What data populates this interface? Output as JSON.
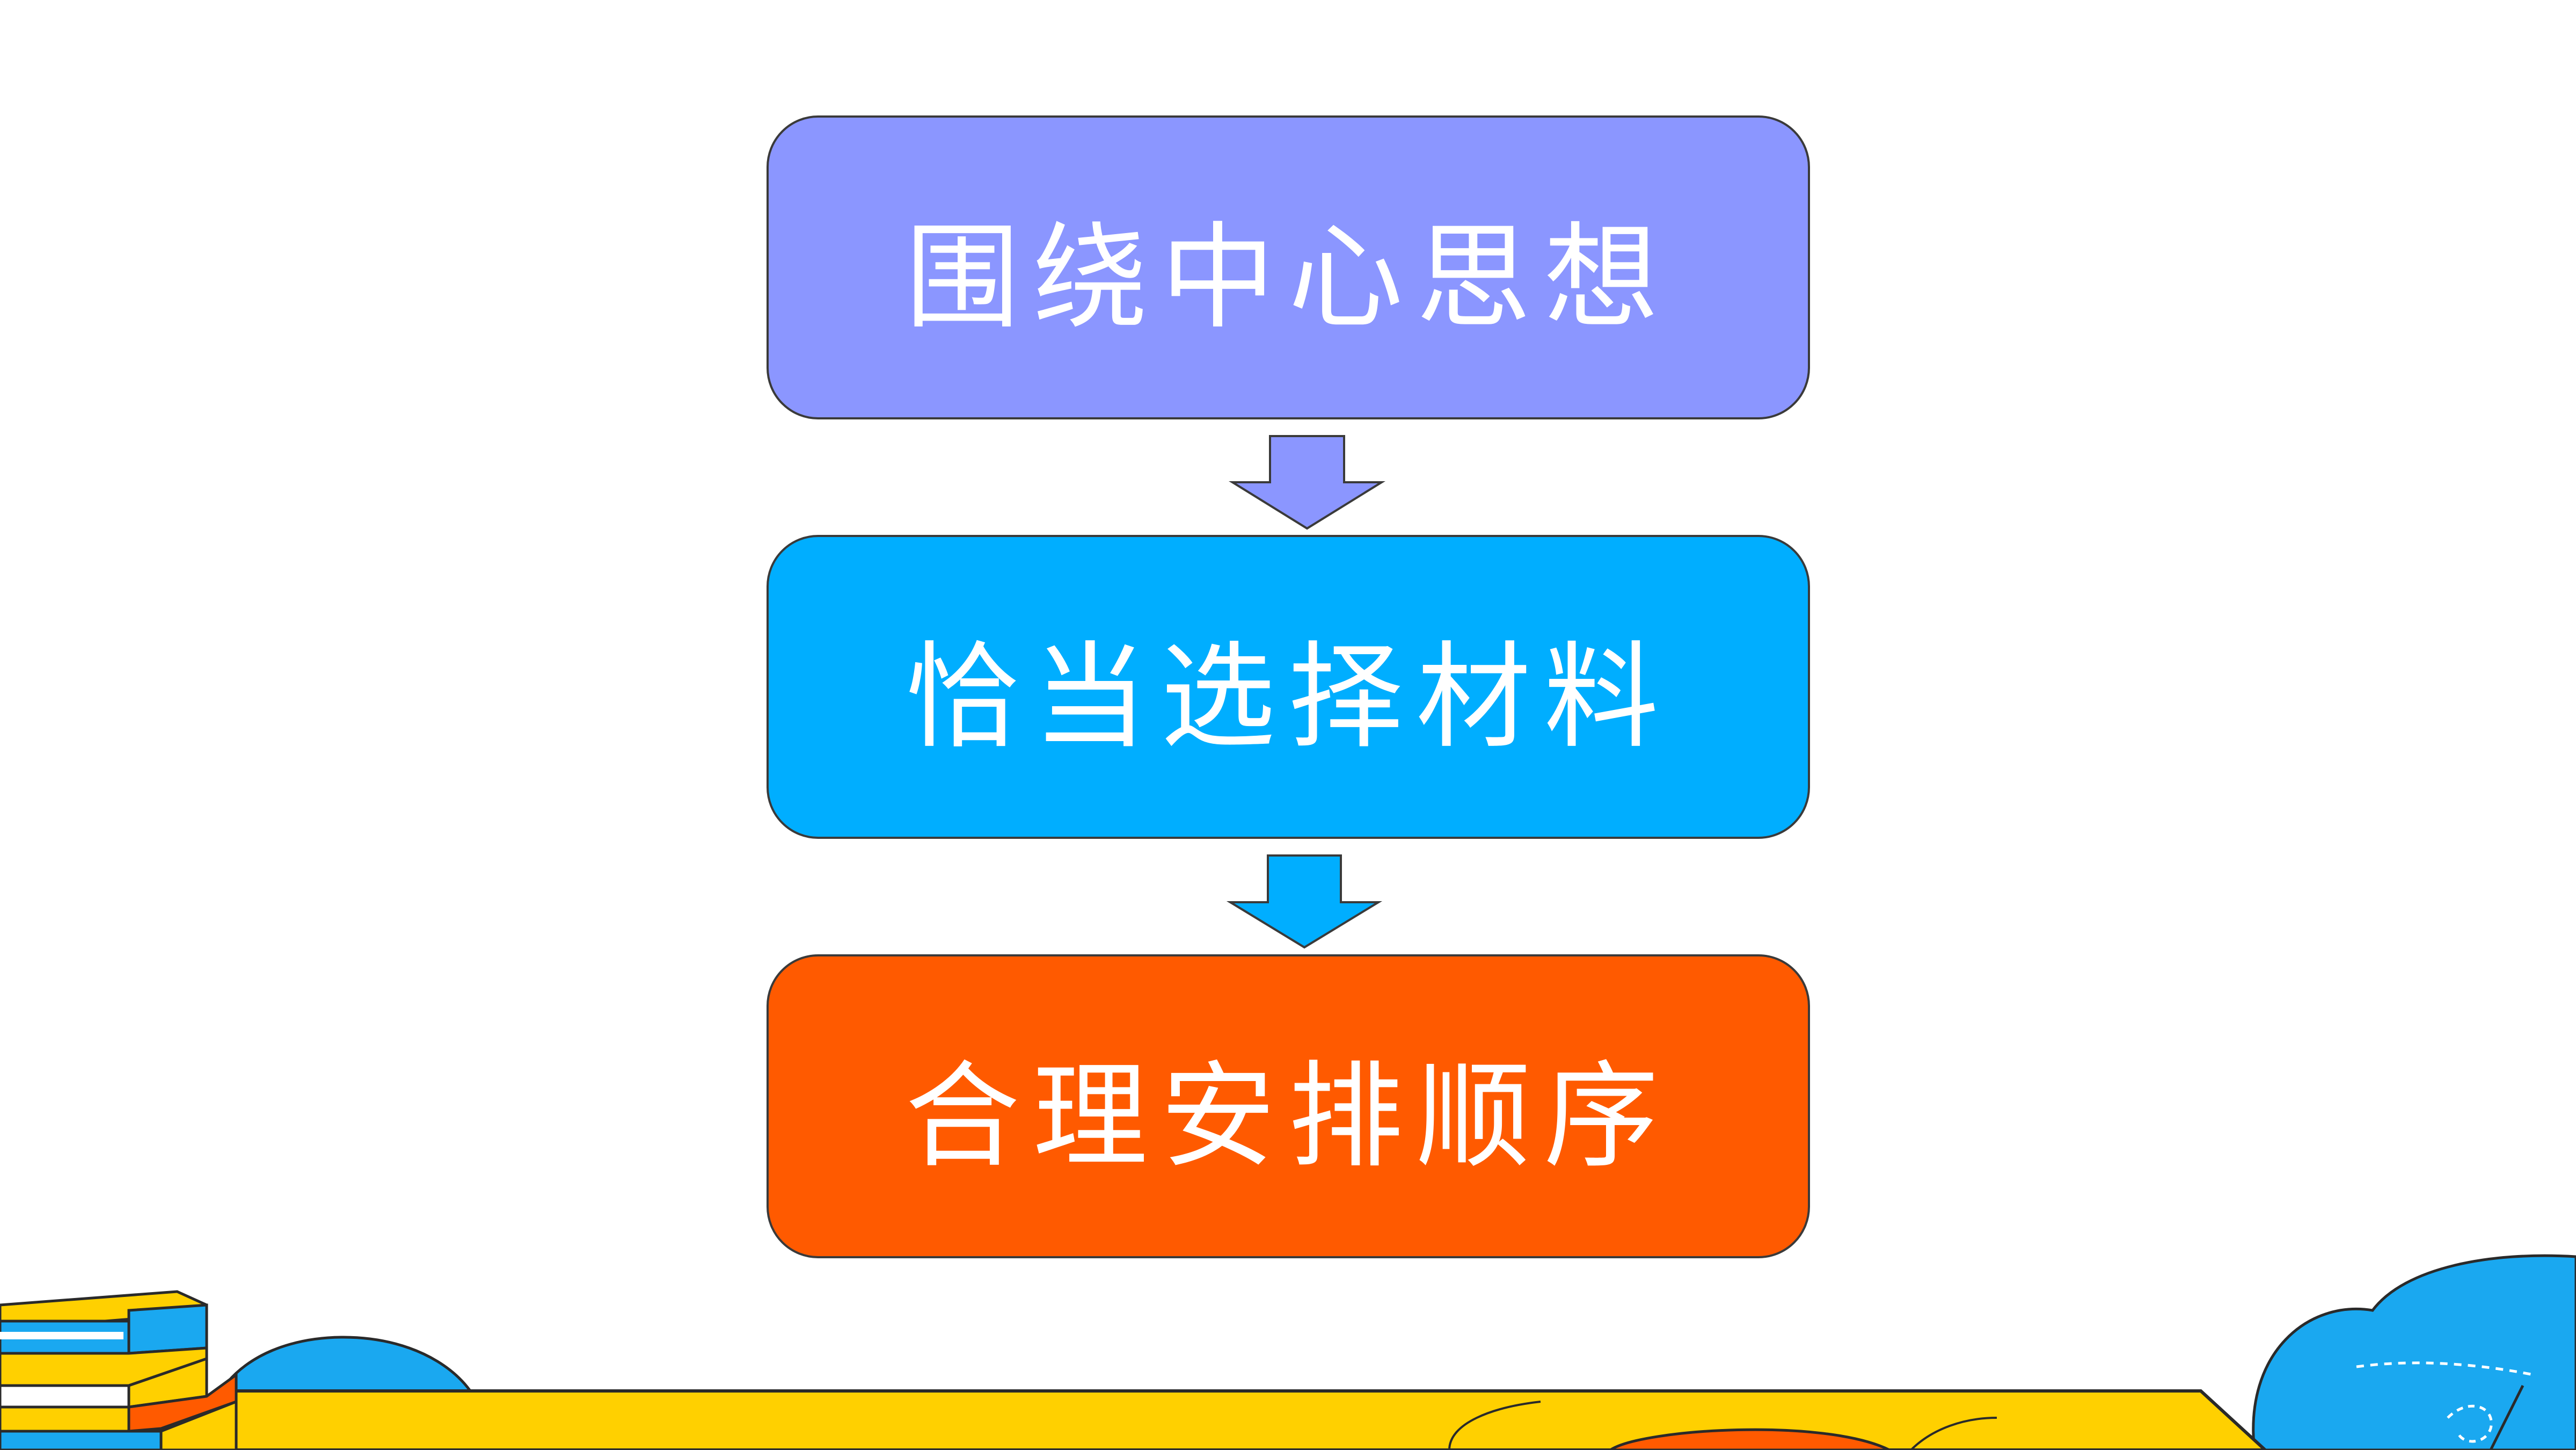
{
  "flow": {
    "steps": [
      {
        "label": "围绕中心思想",
        "color": "#8b96ff"
      },
      {
        "label": "恰当选择材料",
        "color": "#00aeff"
      },
      {
        "label": "合理安排顺序",
        "color": "#ff5a00"
      }
    ]
  },
  "colors": {
    "background": "#ffffff",
    "arrow_1": "#8b96ff",
    "arrow_2": "#00aeff",
    "ground": "#ffd000",
    "cloud": "#1aa8f0",
    "outline": "#2a2a2a"
  }
}
